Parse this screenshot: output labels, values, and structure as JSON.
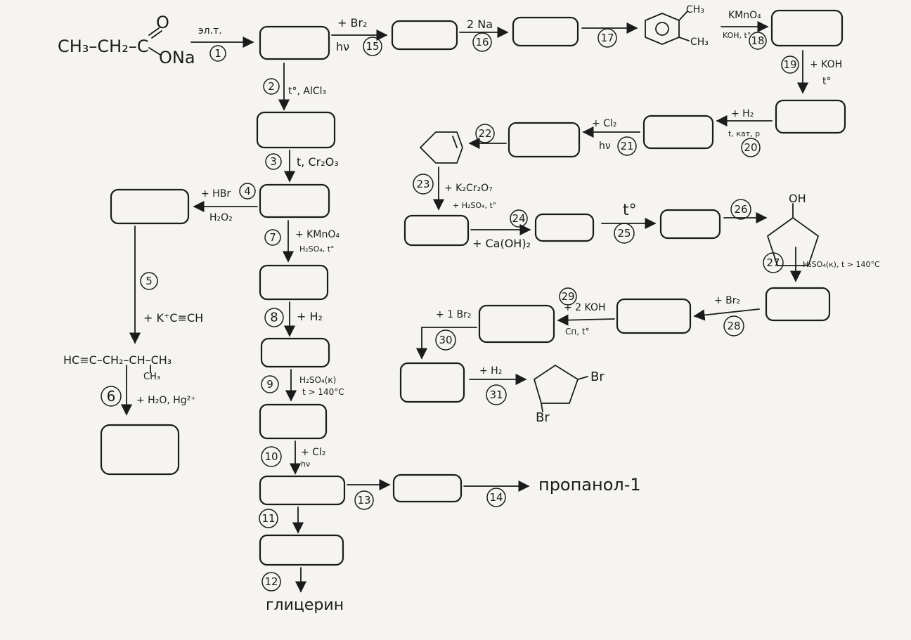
{
  "start": {
    "formula": "CH₃–CH₂–C",
    "o_top": "O",
    "o_bottom": "ONa"
  },
  "steps": [
    {
      "n": "1",
      "cond": "эл.т."
    },
    {
      "n": "2",
      "cond": "t°, AlCl₃"
    },
    {
      "n": "3",
      "cond": "t, Cr₂O₃"
    },
    {
      "n": "4",
      "cond": "+ HBr",
      "cond2": "H₂O₂"
    },
    {
      "n": "5",
      "cond": "+ K⁺C≡CH"
    },
    {
      "n": "6",
      "cond": "+ H₂O, Hg²⁺"
    },
    {
      "n": "7",
      "cond": "+ KMnO₄",
      "cond2": "H₂SO₄, t°"
    },
    {
      "n": "8",
      "cond": "+ H₂"
    },
    {
      "n": "9",
      "cond": "H₂SO₄(к)",
      "cond2": "t > 140°C"
    },
    {
      "n": "10",
      "cond": "+ Cl₂",
      "cond2": "hν"
    },
    {
      "n": "11",
      "cond": ""
    },
    {
      "n": "12",
      "cond": ""
    },
    {
      "n": "13",
      "cond": ""
    },
    {
      "n": "14",
      "cond": ""
    },
    {
      "n": "15",
      "cond": "+ Br₂",
      "cond2": "hν"
    },
    {
      "n": "16",
      "cond": "2 Na"
    },
    {
      "n": "17",
      "cond": ""
    },
    {
      "n": "18",
      "cond": "KMnO₄",
      "cond2": "KOH, t°"
    },
    {
      "n": "19",
      "cond": "+ KOH",
      "cond2": "t°"
    },
    {
      "n": "20",
      "cond": "+ H₂",
      "cond2": "t, кат, p"
    },
    {
      "n": "21",
      "cond": "+ Cl₂",
      "cond2": "hν"
    },
    {
      "n": "22",
      "cond": ""
    },
    {
      "n": "23",
      "cond": "+ K₂Cr₂O₇",
      "cond2": "+ H₂SO₄, t°"
    },
    {
      "n": "24",
      "cond": "+ Ca(OH)₂"
    },
    {
      "n": "25",
      "cond": "t°"
    },
    {
      "n": "26",
      "cond": ""
    },
    {
      "n": "27",
      "cond": "H₂SO₄(к), t > 140°C"
    },
    {
      "n": "28",
      "cond": "+ Br₂"
    },
    {
      "n": "29",
      "cond": "+ 2 KOH",
      "cond2": "Сп, t°"
    },
    {
      "n": "30",
      "cond": "+ 1 Br₂"
    },
    {
      "n": "31",
      "cond": "+ H₂"
    }
  ],
  "structures": {
    "alkyne": {
      "chain": "HC≡C–CH₂–CH–CH₃",
      "branch": "CH₃"
    },
    "xylene": {
      "ch3_top": "CH₃",
      "ch3_bottom": "CH₃"
    },
    "cyclopentanol": {
      "group": "OH"
    },
    "dibromide": {
      "br1": "Br",
      "br2": "Br"
    }
  },
  "products": {
    "propanol": "пропанол-1",
    "glycerol": "глицерин"
  }
}
